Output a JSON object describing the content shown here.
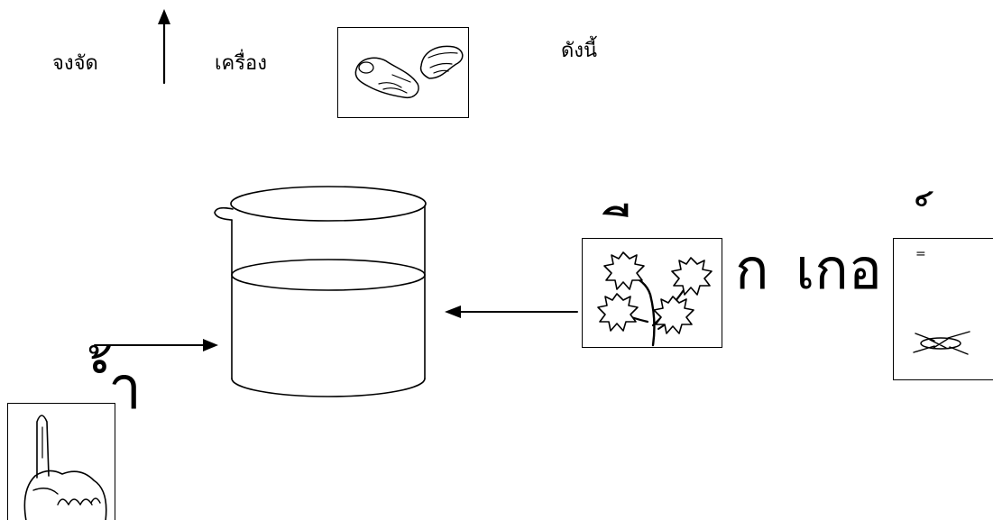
{
  "header": {
    "word_1": "จงจัด",
    "word_2": "เครื่อง",
    "word_3": "ดังนี้"
  },
  "right_word": {
    "vowel_mark": "ี",
    "part_1": "ก",
    "part_2": "เกอ",
    "final_mark": "์",
    "box_sign": "="
  },
  "left_word": {
    "ending": "้ำ"
  },
  "icons": {
    "arrow_up": "up-arrow-icon",
    "hands": "hands-icon",
    "beaker": "beaker-icon",
    "arrow_right": "right-arrow-icon",
    "arrow_left": "left-arrow-icon",
    "leaf": "leaf-icon",
    "insect": "insect-icon",
    "finger": "raised-finger-hand-icon"
  },
  "colors": {
    "ink": "#000000",
    "background": "#ffffff"
  }
}
